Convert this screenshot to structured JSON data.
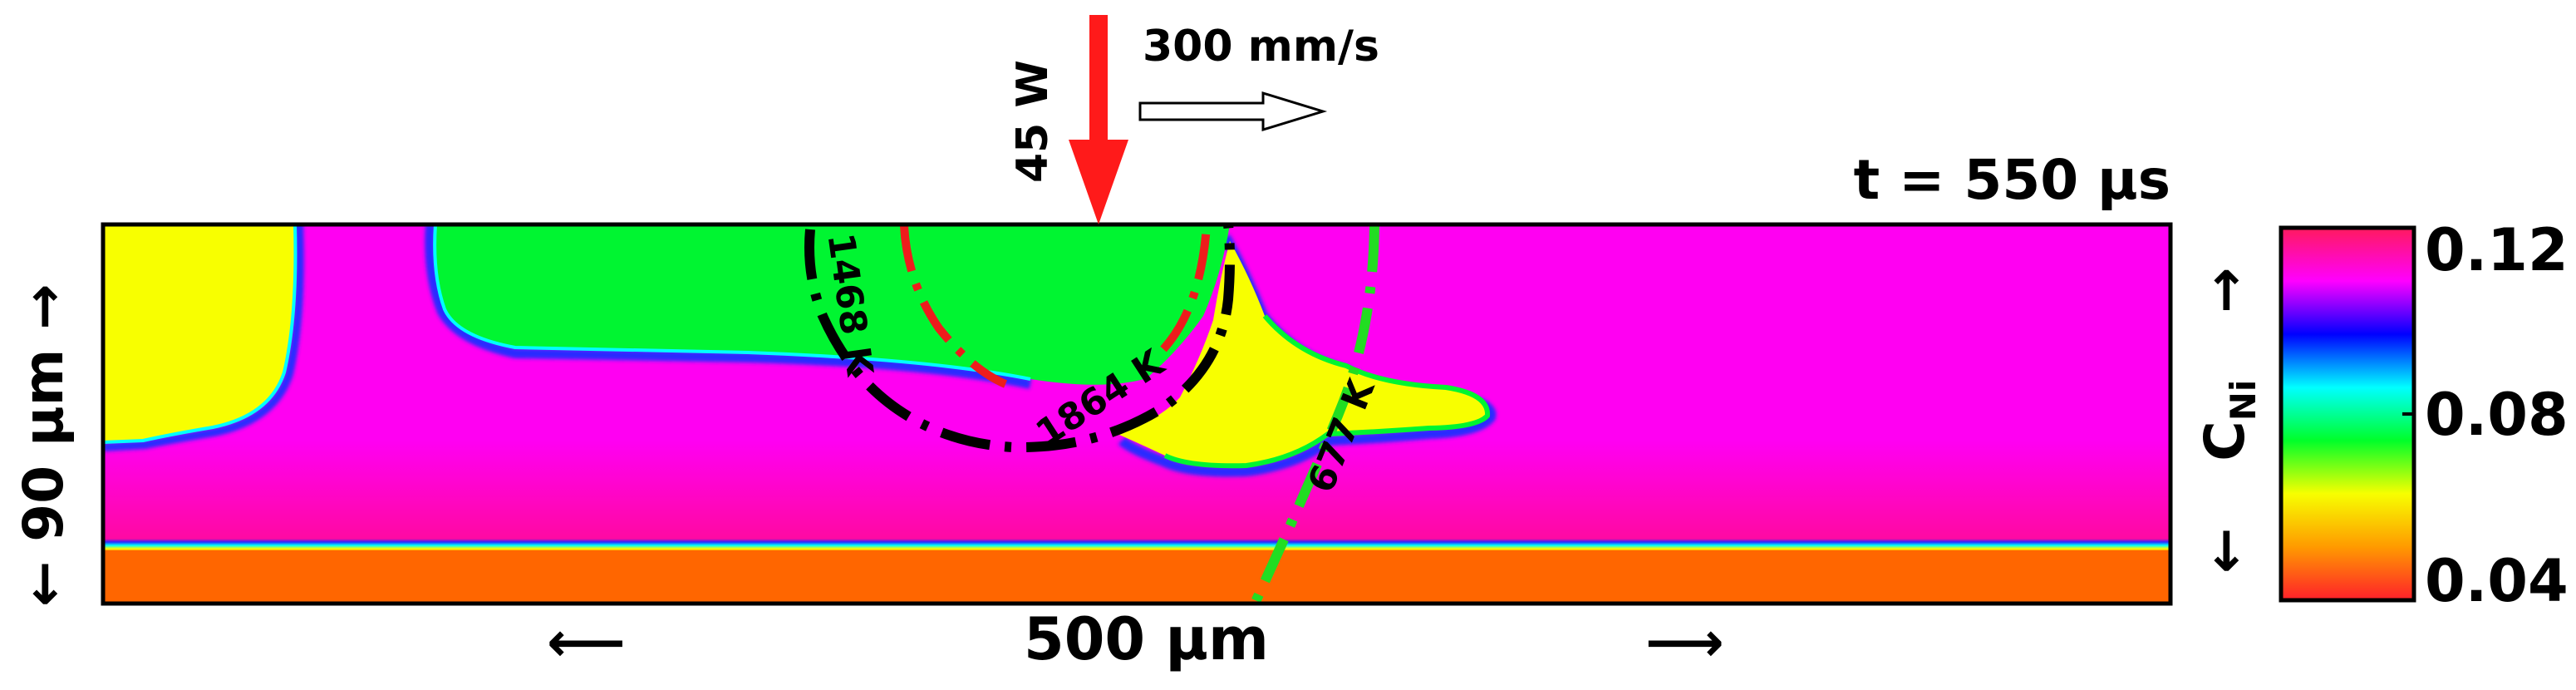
{
  "laser": {
    "power_label": "45 W",
    "speed_label": "300 mm/s",
    "arrow_color": "#ff1a1a"
  },
  "time_label": "t = 550 µs",
  "axes": {
    "height_label": "← 90 µm →",
    "width_label": "500 µm",
    "left_arrow": "⟵",
    "right_arrow": "⟶"
  },
  "isotherms": [
    {
      "label": "1468 K",
      "color": "#000000"
    },
    {
      "label": "1864 K",
      "color": "#000000"
    },
    {
      "label": "677 K",
      "color": "#22dd22"
    },
    {
      "label": "",
      "color": "#ee1c1c"
    }
  ],
  "colorbar": {
    "symbol": "C",
    "subscript": "Ni",
    "up_arrow": "→",
    "down_arrow": "←",
    "tick_labels": [
      "0.12",
      "0.08",
      "0.04"
    ],
    "ticks": [
      0.12,
      0.08,
      0.04
    ],
    "range": [
      0.04,
      0.12
    ],
    "colormap": [
      "#ff1f2a",
      "#ff9a00",
      "#f7ff00",
      "#00ff2a",
      "#00ffff",
      "#0000ff",
      "#ff00ff",
      "#ff1a5e"
    ]
  },
  "field_colors": {
    "matrix": "#ff00f2",
    "lower_band": "#ff0a9c",
    "substrate": "#ff6600",
    "yellow": "#f8ff00",
    "green": "#00f531",
    "cyan": "#00ffff",
    "blue": "#2a2aff"
  }
}
